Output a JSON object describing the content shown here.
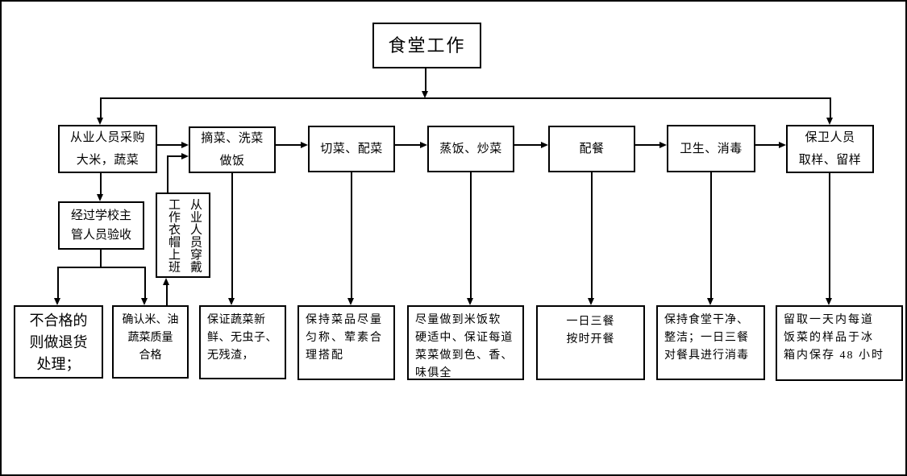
{
  "diagram": {
    "root": {
      "label": "食堂工作"
    },
    "process": {
      "procurement": {
        "lines": [
          "从业人员采购",
          "大米，蔬菜"
        ]
      },
      "prep": {
        "lines": [
          "摘菜、洗菜",
          "做饭"
        ]
      },
      "cutting": {
        "lines": [
          "切菜、配菜"
        ]
      },
      "cooking": {
        "lines": [
          "蒸饭、炒菜"
        ]
      },
      "serving": {
        "lines": [
          "配餐"
        ]
      },
      "hygiene": {
        "lines": [
          "卫生、消毒"
        ]
      },
      "sampling": {
        "lines": [
          "保卫人员",
          "取样、留样"
        ]
      }
    },
    "middle": {
      "inspection": {
        "lines": [
          "经过学校主",
          "管人员验收"
        ]
      },
      "uniform": {
        "label": "从业人员穿戴工作衣帽上班"
      }
    },
    "detail": {
      "reject": {
        "lines": [
          "不合格的",
          "则做退货",
          "处理；"
        ]
      },
      "quality": {
        "lines": [
          "确认米、油",
          "蔬菜质量",
          "合格"
        ]
      },
      "fresh": {
        "lines": [
          "保证蔬菜新",
          "鲜、无虫子、",
          "无残渣，"
        ]
      },
      "balance": {
        "lines": [
          "保持菜品尽量",
          "匀称、荤素合",
          "理搭配"
        ]
      },
      "taste": {
        "lines": [
          "尽量做到米饭软",
          "硬适中、保证每道",
          "菜菜做到色、香、",
          "味俱全"
        ]
      },
      "ontime": {
        "lines": [
          "一日三餐",
          "按时开餐"
        ]
      },
      "clean": {
        "lines": [
          "保持食堂干净、",
          "整洁；一日三餐",
          "对餐具进行消毒"
        ]
      },
      "storage": {
        "lines": [
          "留取一天内每道",
          "饭菜的样品于冰",
          "箱内保存 48 小时"
        ]
      }
    },
    "colors": {
      "line": "#000000",
      "background": "#ffffff",
      "text": "#000000"
    }
  }
}
